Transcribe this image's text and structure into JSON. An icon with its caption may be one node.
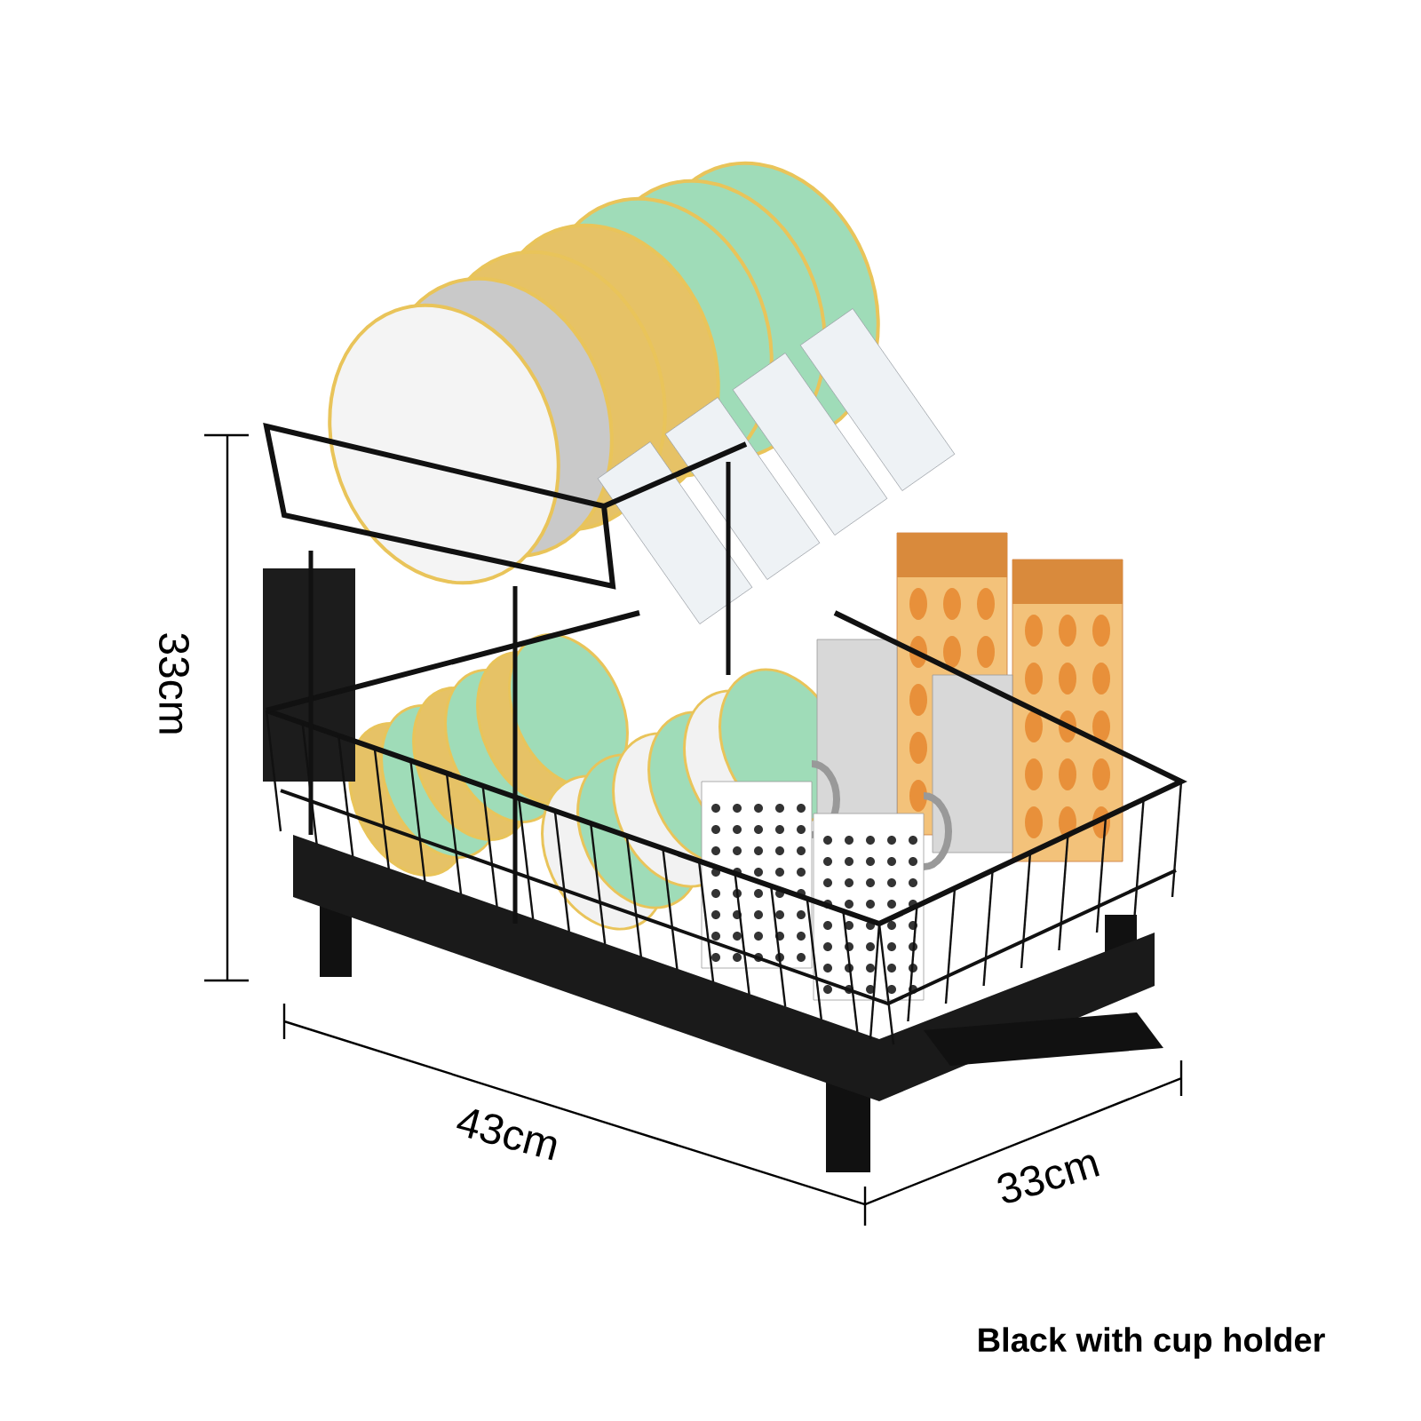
{
  "diagram": {
    "labels": [
      "33cm",
      "43cm",
      "33cm",
      "Black with cup holder"
    ]
  }
}
